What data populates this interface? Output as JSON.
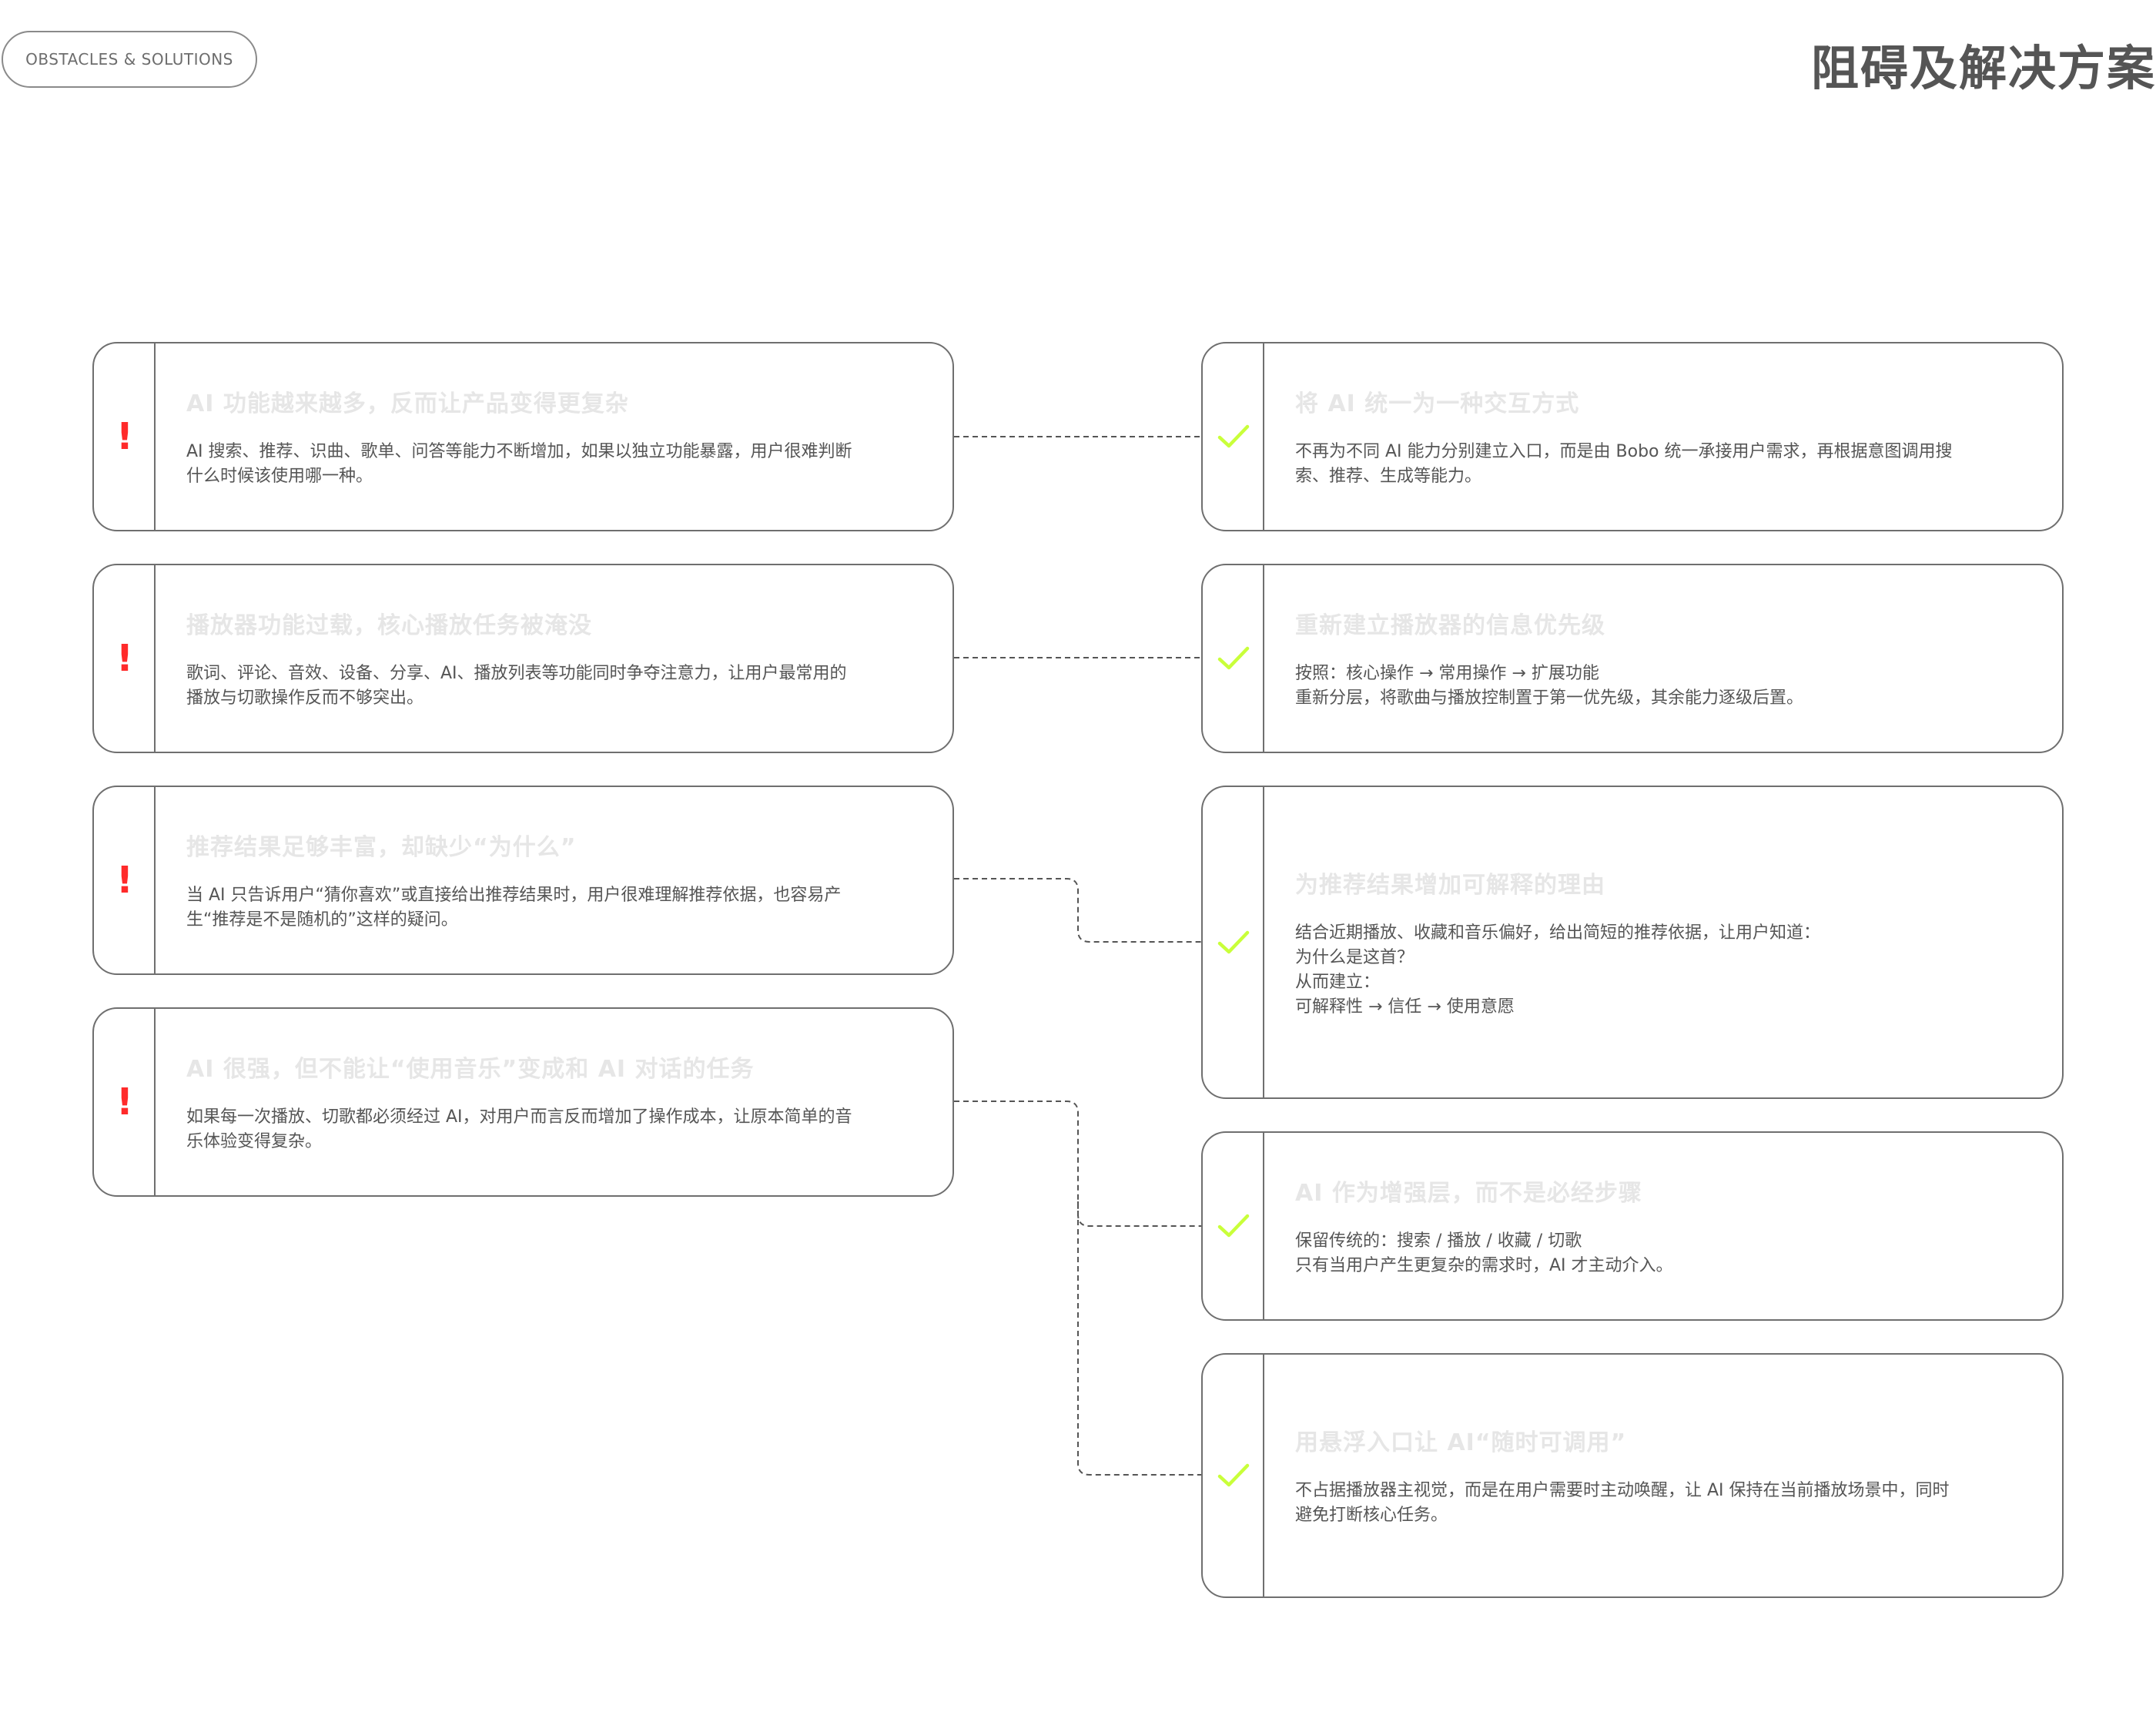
{
  "header": {
    "tag": "OBSTACLES & SOLUTIONS",
    "title": "阻碍及解决方案"
  },
  "colors": {
    "obstacle_marker": "#ff2a2a",
    "solution_marker": "#c9ff3a",
    "card_title": "#e6e6e6",
    "text": "#555555"
  },
  "obstacles": [
    {
      "title": "AI 功能越来越多，反而让产品变得更复杂",
      "desc": [
        "AI 搜索、推荐、识曲、歌单、问答等能力不断增加，如果以独立功能暴露，用户很难判断",
        "什么时候该使用哪一种。"
      ]
    },
    {
      "title": "播放器功能过载，核心播放任务被淹没",
      "desc": [
        "歌词、评论、音效、设备、分享、AI、播放列表等功能同时争夺注意力，让用户最常用的",
        "播放与切歌操作反而不够突出。"
      ]
    },
    {
      "title": "推荐结果足够丰富，却缺少“为什么”",
      "desc": [
        "当 AI 只告诉用户“猜你喜欢”或直接给出推荐结果时，用户很难理解推荐依据，也容易产",
        "生“推荐是不是随机的”这样的疑问。"
      ]
    },
    {
      "title": "AI 很强，但不能让“使用音乐”变成和 AI 对话的任务",
      "desc": [
        "如果每一次播放、切歌都必须经过 AI，对用户而言反而增加了操作成本，让原本简单的音",
        "乐体验变得复杂。"
      ]
    }
  ],
  "solutions": [
    {
      "title": "将 AI 统一为一种交互方式",
      "desc": [
        "不再为不同 AI 能力分别建立入口，而是由 Bobo 统一承接用户需求，再根据意图调用搜",
        "索、推荐、生成等能力。"
      ]
    },
    {
      "title": "重新建立播放器的信息优先级",
      "desc": [
        "按照：核心操作 → 常用操作 → 扩展功能",
        "重新分层，将歌曲与播放控制置于第一优先级，其余能力逐级后置。"
      ]
    },
    {
      "title": "为推荐结果增加可解释的理由",
      "desc": [
        "结合近期播放、收藏和音乐偏好，给出简短的推荐依据，让用户知道：",
        "为什么是这首？",
        "从而建立：",
        "可解释性 → 信任 → 使用意愿"
      ]
    },
    {
      "title": "AI 作为增强层，而不是必经步骤",
      "desc": [
        "保留传统的：搜索 / 播放 / 收藏 / 切歌",
        "只有当用户产生更复杂的需求时，AI 才主动介入。"
      ]
    },
    {
      "title": "用悬浮入口让 AI“随时可调用”",
      "desc": [
        "不占据播放器主视觉，而是在用户需要时主动唤醒，让 AI 保持在当前播放场景中，同时",
        "避免打断核心任务。"
      ]
    }
  ]
}
